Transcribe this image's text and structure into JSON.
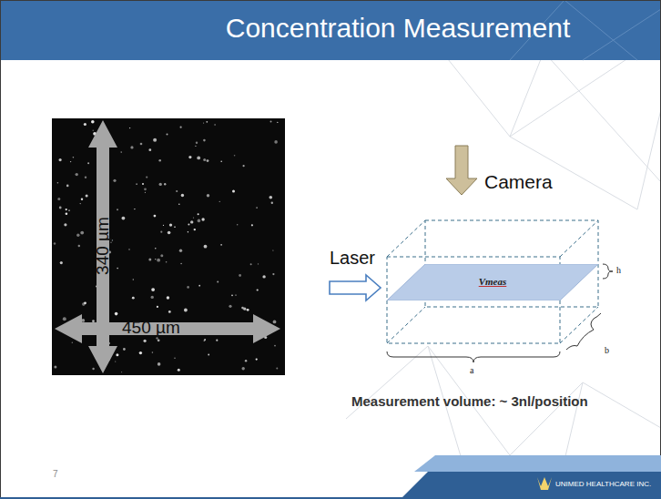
{
  "diagram": {
    "title": "Concentration Measurement",
    "nodes": [
      {
        "text": [
          "Vmeas"
        ]
      }
    ],
    "labels": [
      "340 µm",
      "450 µm",
      "Camera",
      "Laser",
      "h",
      "b",
      "a",
      "Measurement volume: ~ 3nl/position",
      "7",
      "UNIMED HEALTHCARE INC."
    ]
  }
}
